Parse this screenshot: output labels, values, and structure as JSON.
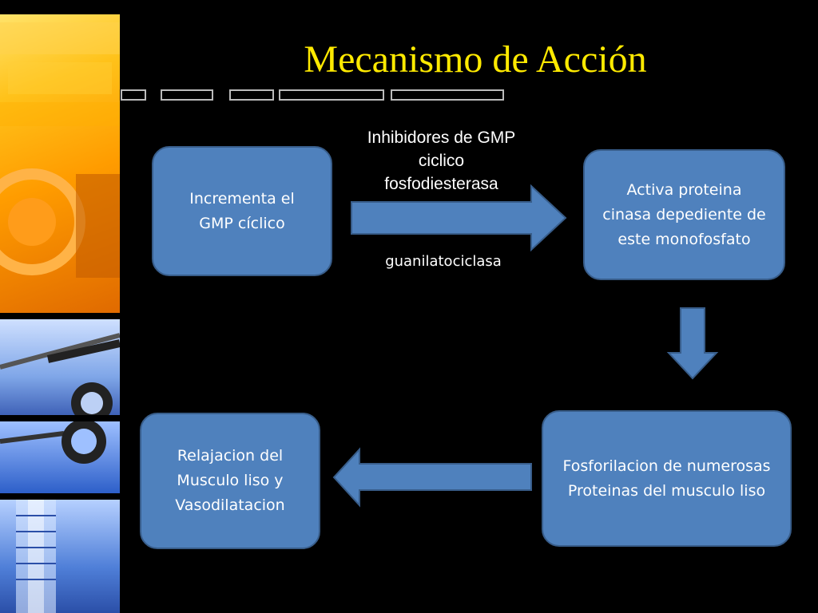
{
  "title": "Mecanismo de Acción",
  "boxes": {
    "b1": "Incrementa el GMP cíclico",
    "b2": "Activa proteina cinasa depediente de este monofosfato",
    "b3": "Fosforilacion de numerosas Proteinas del musculo liso",
    "b4": "Relajacion del Musculo liso y Vasodilatacion"
  },
  "labels": {
    "inhibitors": "Inhibidores de GMP ciclico fosfodiesterasa",
    "enzyme": "guanilatociclasa"
  },
  "colors": {
    "title": "#ffea00",
    "box_fill": "#4f81bd",
    "box_border": "#385d8a",
    "background": "#000000"
  }
}
